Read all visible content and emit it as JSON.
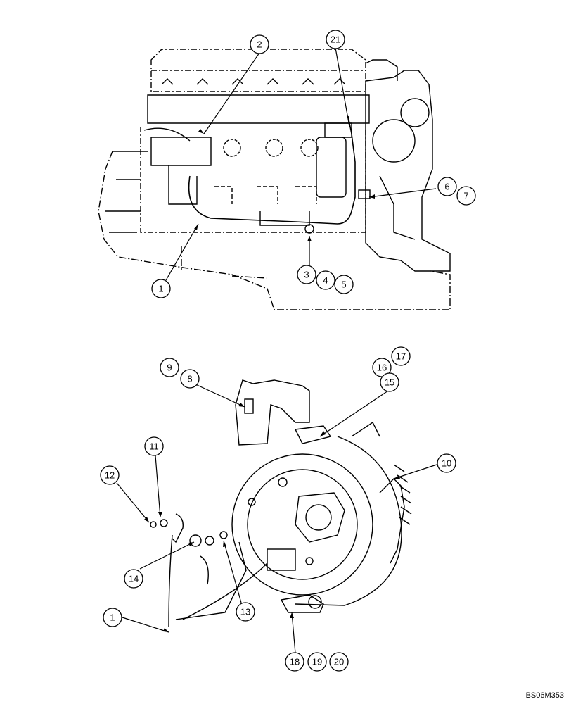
{
  "callouts": {
    "c1_top": "1",
    "c2": "2",
    "c3": "3",
    "c4": "4",
    "c5": "5",
    "c6": "6",
    "c7": "7",
    "c21": "21",
    "c9": "9",
    "c8": "8",
    "c17": "17",
    "c16": "16",
    "c15": "15",
    "c10": "10",
    "c11": "11",
    "c12": "12",
    "c14": "14",
    "c13": "13",
    "c1_bottom": "1",
    "c18": "18",
    "c19": "19",
    "c20": "20"
  },
  "ref_code": "BS06M353"
}
